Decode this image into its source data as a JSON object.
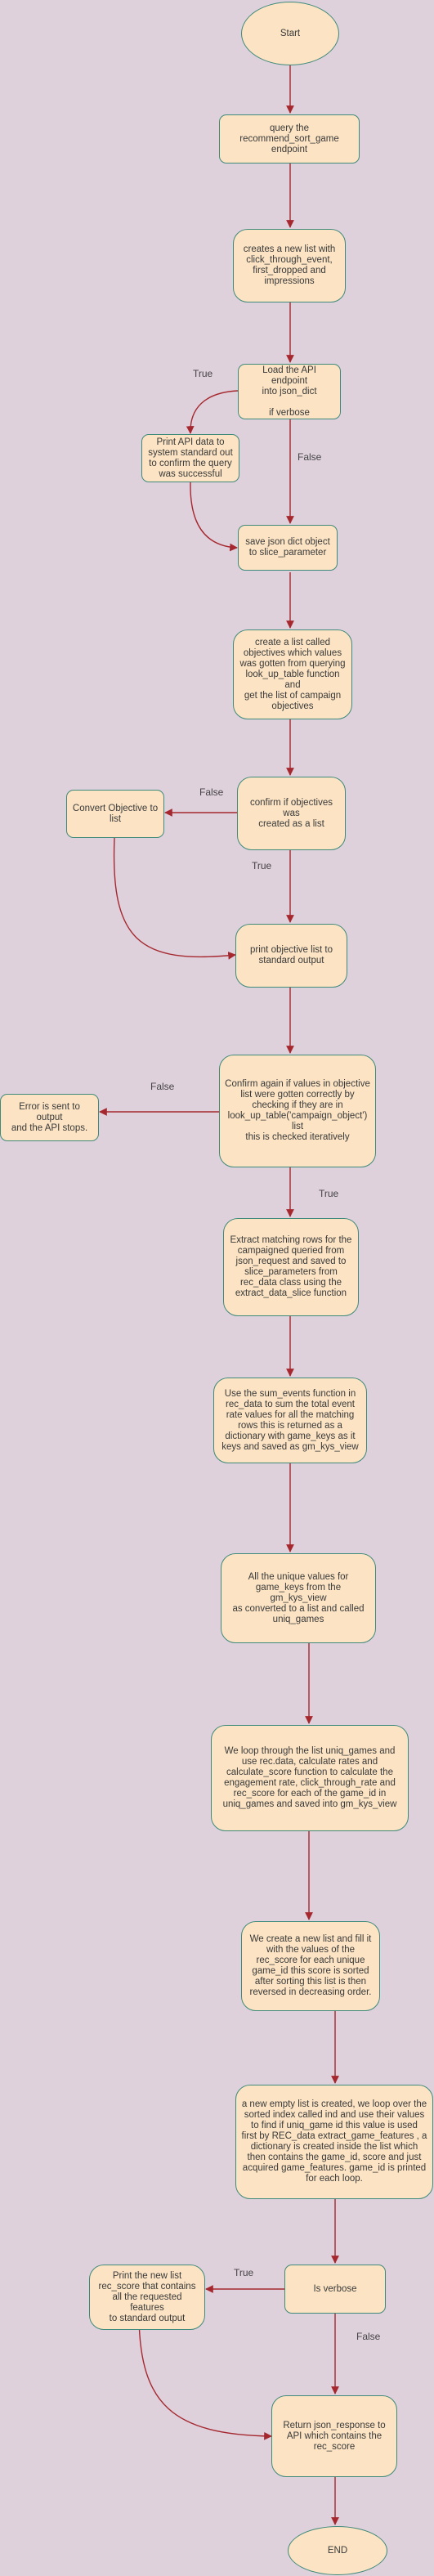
{
  "nodes": {
    "start": "Start",
    "query": "query the\nrecommend_sort_game\nendpoint",
    "new_list": "creates a new list with\nclick_through_event,\nfirst_dropped and\nimpressions",
    "load_api": "Load the API endpoint\ninto json_dict\n\nif verbose",
    "print_api": "Print API data to\nsystem standard out\nto confirm the query\nwas successful",
    "save_json": "save json dict object\nto slice_parameter",
    "objectives_list": "create  a list called\nobjectives which values\nwas gotten from querying\nlook_up_table function and\nget the list of campaign\nobjectives",
    "confirm_objectives": "confirm if objectives was\ncreated as a list",
    "convert_objective": "Convert Objective to\nlist",
    "print_objective": "print objective list to\nstandard output",
    "confirm_again": "Confirm again if values in objective\nlist were gotten correctly by\nchecking if they are in\nlook_up_table('campaign_object')\nlist\nthis is checked iteratively",
    "error": "Error is sent to output\nand the API stops.",
    "extract_rows": "Extract matching rows for the\ncampaigned queried from\njson_request and saved to\nslice_parameters from\nrec_data class using the\nextract_data_slice function",
    "sum_events": "Use the sum_events function in\nrec_data to sum the total event\nrate values for all the matching\nrows this is returned as a\ndictionary with game_keys as it\nkeys and saved as gm_kys_view",
    "unique_values": "All the unique values for\ngame_keys from the  gm_kys_view\nas converted to a list and called\nuniq_games",
    "loop_uniq": "We loop through the list uniq_games and\nuse rec.data, calculate rates and\ncalculate_score  function to calculate the\nengagement rate, click_through_rate and\nrec_score for each of the game_id in\nuniq_games and saved into gm_kys_view",
    "new_list_score": "We create a new list and fill it\nwith the values of the\nrec_score for each unique\ngame_id this score is sorted\nafter sorting  this  list is then\nreversed in decreasing order.",
    "empty_list": "a new empty list is created, we loop over the\nsorted index called ind and use their values\nto find if uniq_game id this value is used\nfirst by REC_data extract_game_features , a\ndictionary is created inside the list which\nthen contains the game_id, score and just\nacquired game_features. game_id is printed\nfor each loop.",
    "is_verbose": "Is verbose",
    "print_new_list": "Print the new list\nrec_score that contains\nall the requested features\nto standard output",
    "return_json": "Return json_response to\nAPI which contains the\nrec_score",
    "end": "END"
  },
  "labels": {
    "load_true": "True",
    "load_false": "False",
    "obj_false": "False",
    "obj_true": "True",
    "again_false": "False",
    "again_true": "True",
    "verbose_true": "True",
    "verbose_false": "False"
  },
  "colors": {
    "background": "#dfd1dc",
    "node_fill": "#fbe3c3",
    "node_stroke": "#3e8a7a",
    "edge": "#a5282f"
  }
}
